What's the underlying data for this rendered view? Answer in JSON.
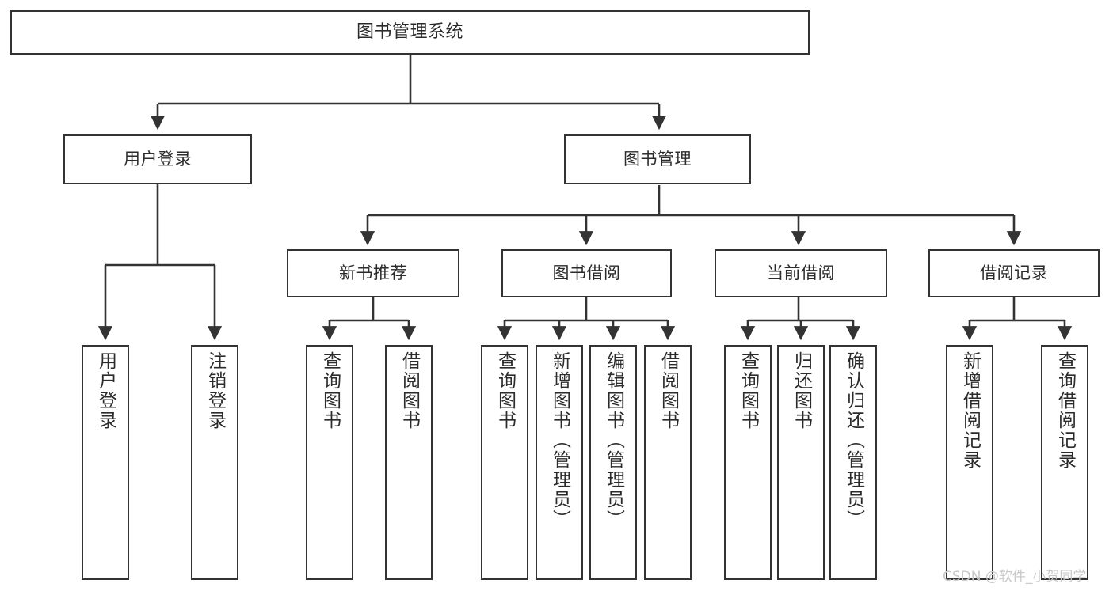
{
  "diagram": {
    "type": "hierarchy-tree",
    "title": "图书管理系统",
    "orientation": "top-down",
    "colors": {
      "background": "#ffffff",
      "node_border": "#333333",
      "node_fill": "#ffffff",
      "text": "#2b2b2b",
      "edge": "#333333",
      "watermark": "#c9c9c9"
    },
    "root": {
      "label": "图书管理系统"
    },
    "level1": [
      {
        "label": "用户登录"
      },
      {
        "label": "图书管理"
      }
    ],
    "level2": [
      {
        "label": "新书推荐"
      },
      {
        "label": "图书借阅"
      },
      {
        "label": "当前借阅"
      },
      {
        "label": "借阅记录"
      }
    ],
    "leaves": {
      "user_login": [
        {
          "label": "用户登录"
        },
        {
          "label": "注销登录"
        }
      ],
      "new_book_recommend": [
        {
          "label": "查询图书"
        },
        {
          "label": "借阅图书"
        }
      ],
      "book_borrow": [
        {
          "label": "查询图书"
        },
        {
          "label": "新增图书（管理员）"
        },
        {
          "label": "编辑图书（管理员）"
        },
        {
          "label": "借阅图书"
        }
      ],
      "current_borrow": [
        {
          "label": "查询图书"
        },
        {
          "label": "归还图书"
        },
        {
          "label": "确认归还（管理员）"
        }
      ],
      "borrow_record": [
        {
          "label": "新增借阅记录"
        },
        {
          "label": "查询借阅记录"
        }
      ]
    }
  },
  "watermark": {
    "text": "CSDN @软件_小贺同学"
  }
}
